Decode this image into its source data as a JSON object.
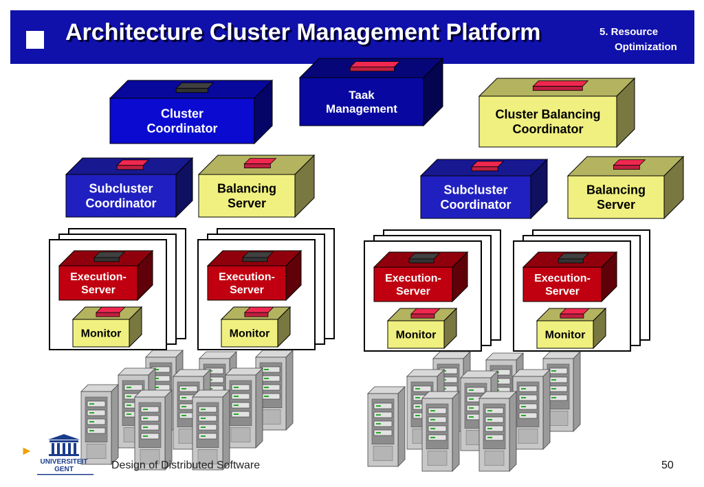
{
  "header": {
    "title": "Architecture Cluster Management Platform",
    "section_line1": "5. Resource",
    "section_line2": "Optimization"
  },
  "boxes": {
    "cluster_coordinator": "Cluster\nCoordinator",
    "taak_management": "Taak\nManagement",
    "cluster_balancing_coordinator": "Cluster Balancing\nCoordinator",
    "subcluster_coordinator": "Subcluster\nCoordinator",
    "balancing_server": "Balancing\nServer",
    "execution_server": "Execution-\nServer",
    "monitor": "Monitor"
  },
  "colors": {
    "header_blue": "#1010aa",
    "coordinator_blue": "#0a0ad0",
    "balancing_yellow": "#f0f080",
    "execution_red": "#c00010",
    "chip_red": "#c02040",
    "chip_black": "#333333"
  },
  "footer": {
    "university_line1": "UNIVERSITEIT",
    "university_line2": "GENT",
    "course": "Design of Distributed Software",
    "page": "50"
  }
}
